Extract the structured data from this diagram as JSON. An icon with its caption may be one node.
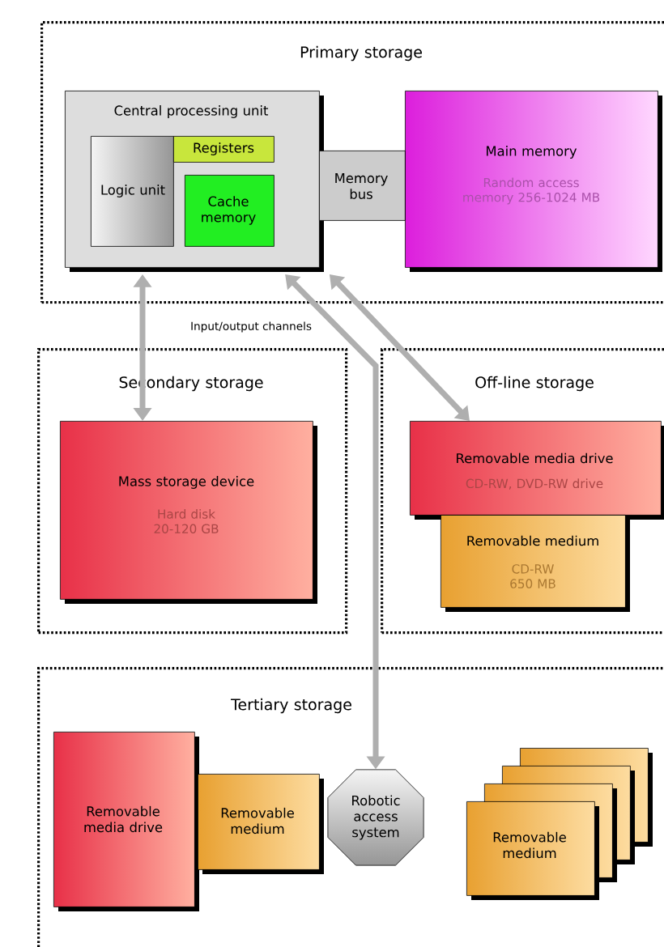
{
  "diagram": {
    "nodes": [
      {
        "text": [
          "Primary storage"
        ]
      },
      {
        "text": [
          "Central processing unit"
        ],
        "in": 0
      },
      {
        "text": [
          "Logic unit"
        ],
        "in": 1
      },
      {
        "text": [
          "Registers"
        ],
        "in": 1
      },
      {
        "text": [
          "Cache memory"
        ],
        "in": 1
      },
      {
        "text": [
          "Memory bus"
        ],
        "in": 0
      },
      {
        "text": [
          "Main memory",
          "Random access memory 256-1024 MB"
        ],
        "in": 0
      },
      {
        "text": [
          "Secondary storage"
        ]
      },
      {
        "text": [
          "Mass storage device",
          "Hard disk 20-120 GB"
        ],
        "in": 7
      },
      {
        "text": [
          "Off-line storage"
        ]
      },
      {
        "text": [
          "Removable media drive",
          "CD-RW, DVD-RW drive"
        ],
        "in": 9
      },
      {
        "text": [
          "Removable medium",
          "CD-RW 650 MB"
        ],
        "in": 9
      },
      {
        "text": [
          "Tertiary storage"
        ]
      },
      {
        "text": [
          "Removable media drive"
        ],
        "in": 12
      },
      {
        "text": [
          "Removable medium"
        ],
        "in": 12
      },
      {
        "text": [
          "Robotic access system"
        ],
        "in": 12
      },
      {
        "text": [
          "Removable medium"
        ],
        "in": 12
      },
      {
        "text": [],
        "shape": "box",
        "in": 12
      },
      {
        "text": [],
        "shape": "box",
        "in": 12
      },
      {
        "text": [],
        "shape": "box",
        "in": 12
      }
    ],
    "edges": [
      {
        "from": 1,
        "to": 8,
        "arrow": "both"
      },
      {
        "from": 1,
        "to": 15,
        "arrow": "both"
      },
      {
        "from": 1,
        "to": 10,
        "arrow": "both"
      }
    ],
    "labels": [
      "Input/output channels"
    ]
  }
}
